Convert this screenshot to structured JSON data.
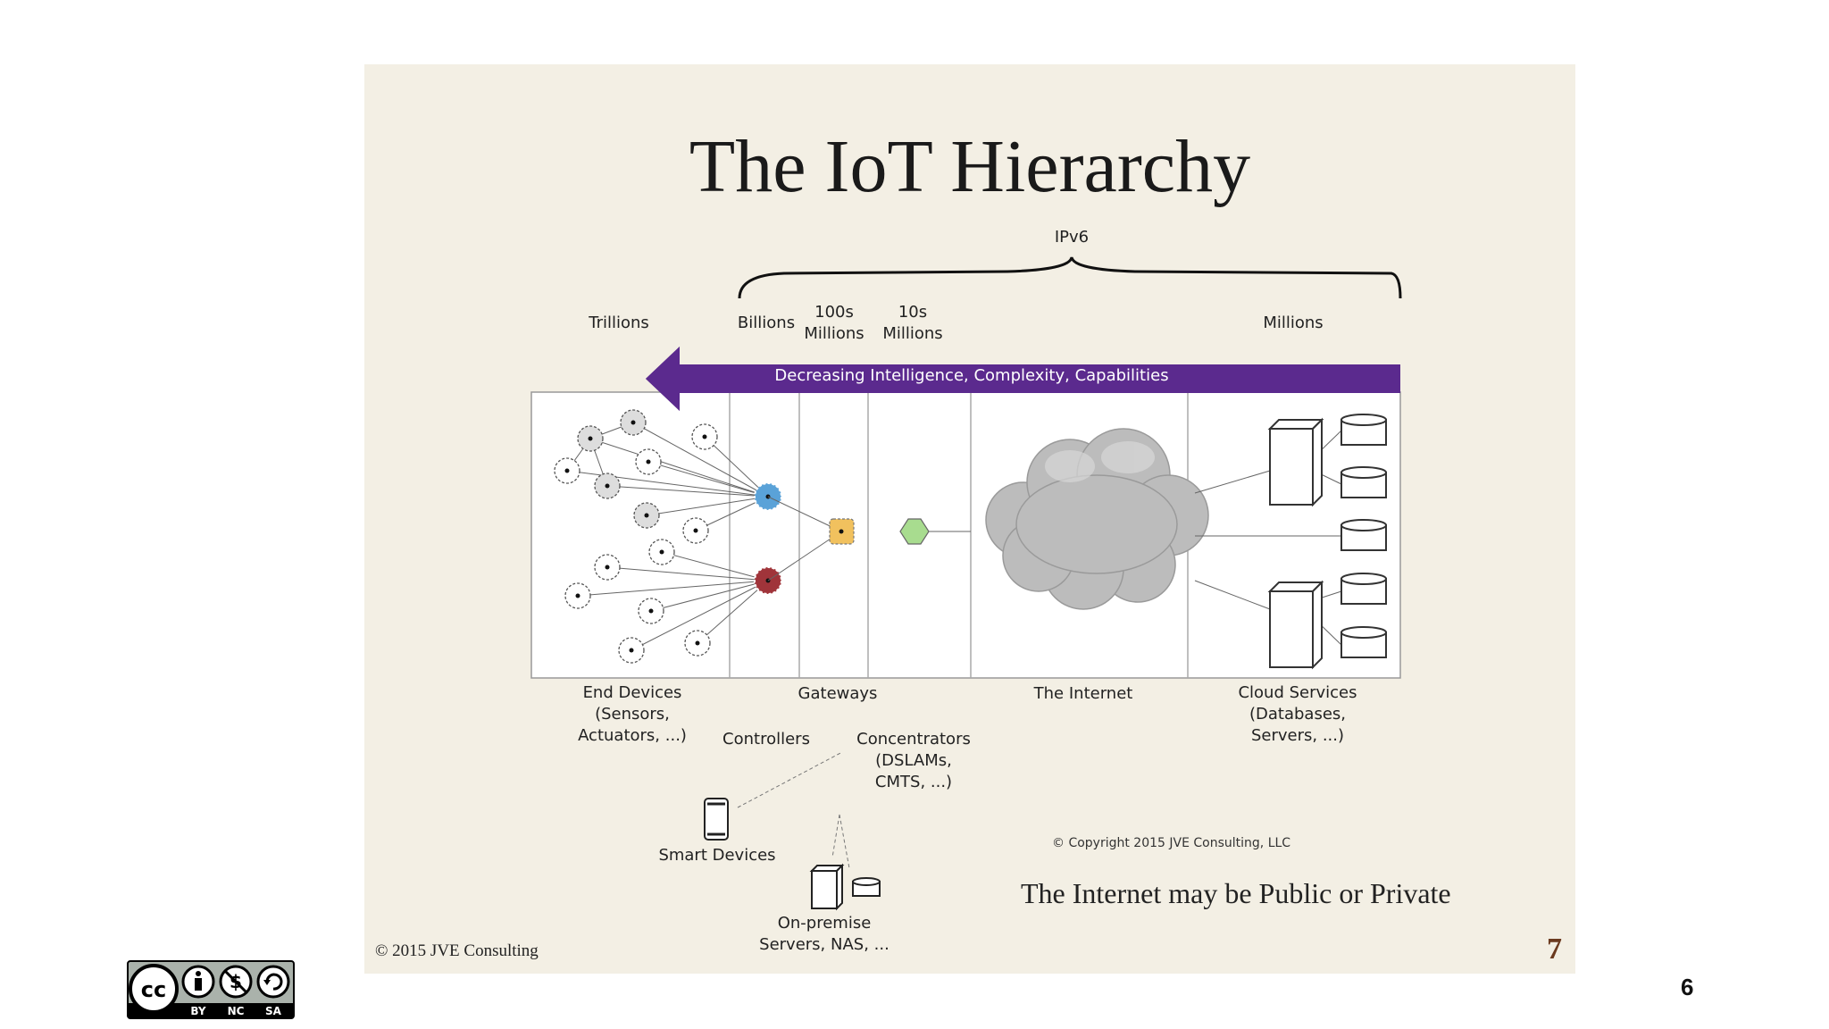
{
  "slide": {
    "title": "The IoT Hierarchy",
    "ipv6_label": "IPv6",
    "scale_labels": {
      "trillions": "Trillions",
      "billions": "Billions",
      "hundreds_millions": "100s\nMillions",
      "tens_millions": "10s\nMillions",
      "millions": "Millions"
    },
    "arrow_text": "Decreasing Intelligence, Complexity, Capabilities",
    "bottom_labels": {
      "end_devices": "End Devices\n(Sensors,\nActuators, ...)",
      "controllers": "Controllers",
      "gateways": "Gateways",
      "concentrators": "Concentrators\n(DSLAMs,\nCMTS, ...)",
      "internet": "The Internet",
      "cloud": "Cloud Services\n(Databases,\nServers, ...)",
      "smart_devices": "Smart Devices",
      "on_premise": "On-premise\nServers, NAS, ..."
    },
    "copyright_small": "© Copyright 2015 JVE Consulting, LLC",
    "public_private": "The Internet may be Public or Private",
    "copyright_left": "© 2015 JVE Consulting",
    "slide_number": "7"
  },
  "page_number": "6",
  "license_badge": {
    "cc": "cc",
    "by": "BY",
    "nc": "NC",
    "sa": "SA"
  },
  "colors": {
    "arrow": "#5b2a8e",
    "controller_blue": "#5aa2d8",
    "controller_red": "#a0343a",
    "gateway": "#f1c15e",
    "concentrator": "#a8dc8f",
    "cloud": "#b9b9b9"
  }
}
